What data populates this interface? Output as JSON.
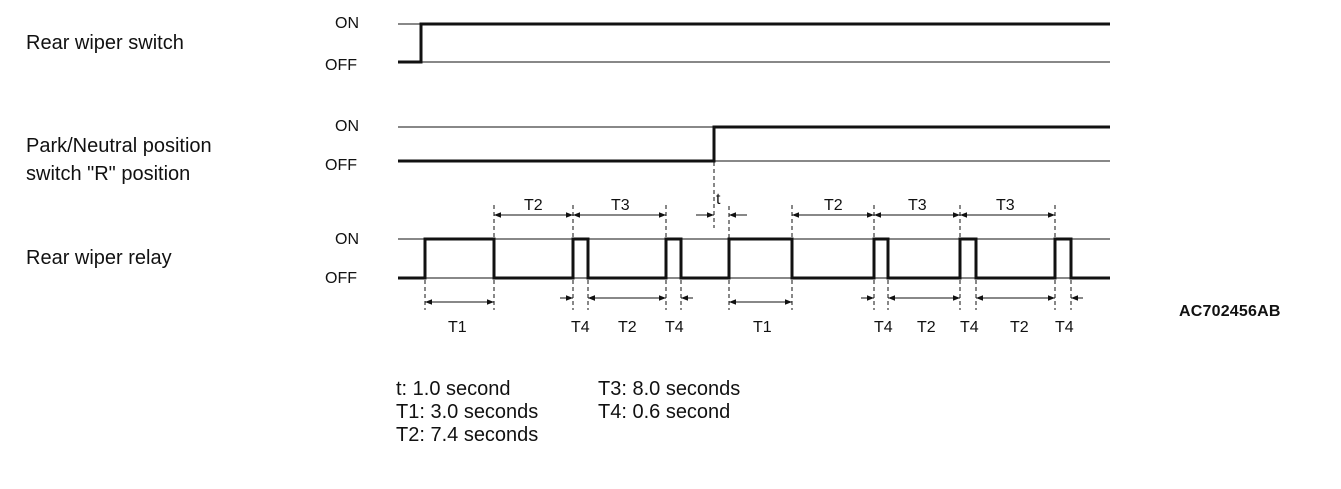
{
  "signals": [
    {
      "key": "rear_wiper_switch",
      "label_lines": [
        "Rear wiper switch"
      ],
      "on_label": "ON",
      "off_label": "OFF"
    },
    {
      "key": "park_neutral_switch",
      "label_lines": [
        "Park/Neutral position",
        "switch \"R\" position"
      ],
      "on_label": "ON",
      "off_label": "OFF"
    },
    {
      "key": "rear_wiper_relay",
      "label_lines": [
        "Rear wiper relay"
      ],
      "on_label": "ON",
      "off_label": "OFF"
    }
  ],
  "timing_labels": {
    "t": "t",
    "T1": "T1",
    "T2": "T2",
    "T3": "T3",
    "T4": "T4"
  },
  "legend": {
    "col1": [
      "t: 1.0 second",
      "T1: 3.0 seconds",
      "T2: 7.4 seconds"
    ],
    "col2": [
      "T3: 8.0 seconds",
      "T4: 0.6 second"
    ]
  },
  "diagram_id": "AC702456AB"
}
